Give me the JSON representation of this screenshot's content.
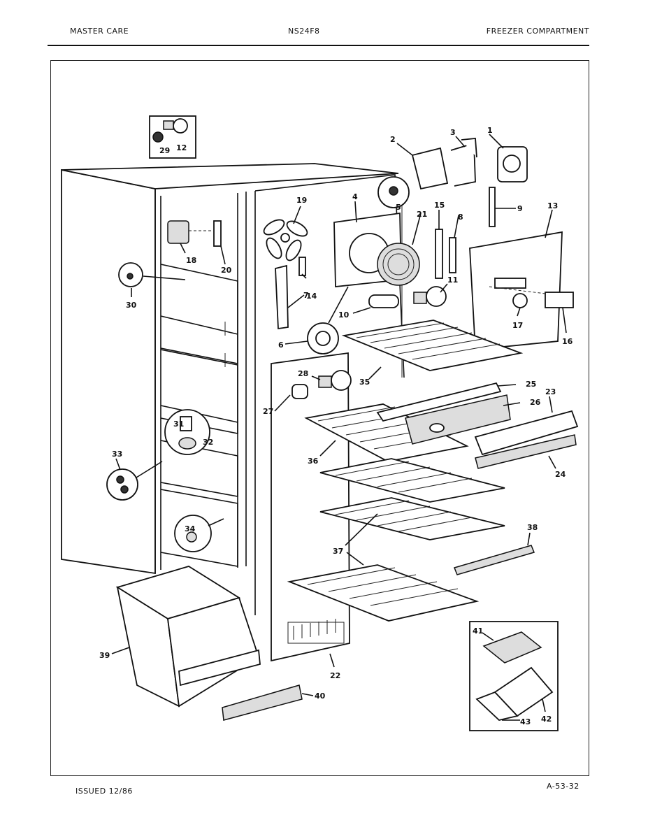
{
  "header": {
    "left": "MASTER CARE",
    "center": "NS24F8",
    "right": "FREEZER COMPARTMENT"
  },
  "footer": {
    "issued": "ISSUED 12/86",
    "code": "A-53-32"
  },
  "part_labels": [
    "1",
    "2",
    "3",
    "4",
    "5",
    "6",
    "7",
    "8",
    "9",
    "10",
    "11",
    "12",
    "13",
    "14",
    "15",
    "16",
    "17",
    "18",
    "19",
    "20",
    "21",
    "22",
    "23",
    "24",
    "25",
    "26",
    "27",
    "28",
    "29",
    "30",
    "31",
    "32",
    "33",
    "34",
    "35",
    "36",
    "37",
    "38",
    "39",
    "40",
    "41",
    "42",
    "43"
  ]
}
